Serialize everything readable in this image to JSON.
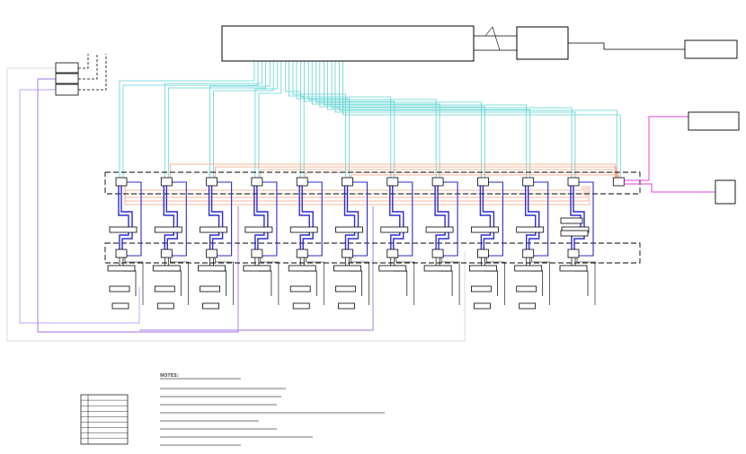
{
  "diagram": {
    "type": "wiring-schematic",
    "column_count": 12,
    "colors": {
      "signal": "#5fd3d3",
      "link": "#f4a07a",
      "power": "#2b2bd0",
      "aux": "#a070e0",
      "magenta": "#e040e0",
      "box": "#000000",
      "note_text": "#bbbbbb"
    }
  },
  "notes": {
    "heading": "NOTES:"
  }
}
